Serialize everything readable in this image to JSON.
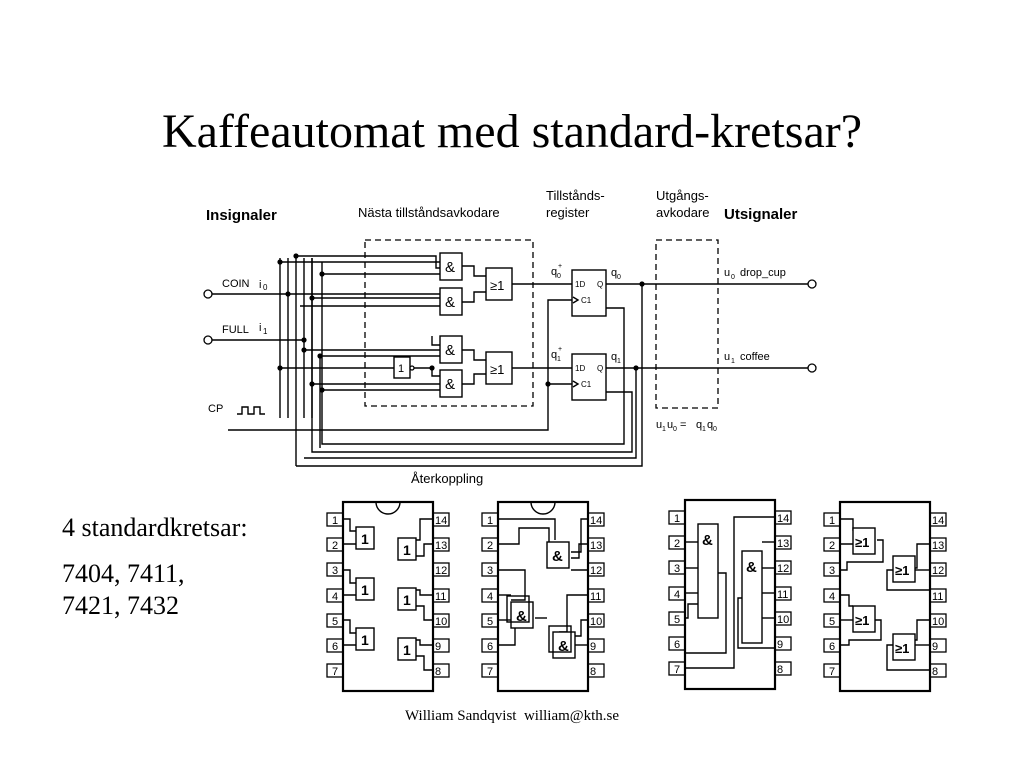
{
  "slide": {
    "title": "Kaffeautomat med standard-kretsar?",
    "footer": "William Sandqvist  william@kth.se"
  },
  "diagram": {
    "headings": {
      "inputs": "Insignaler",
      "next_state_decoder": "Nästa tillståndsavkodare",
      "state_register_line1": "Tillstånds-",
      "state_register_line2": "register",
      "output_decoder_line1": "Utgångs-",
      "output_decoder_line2": "avkodare",
      "outputs": "Utsignaler",
      "feedback": "Återkoppling"
    },
    "inputs": {
      "coin_name": "COIN",
      "coin_symbol": "i",
      "coin_index": "0",
      "full_name": "FULL",
      "full_symbol": "i",
      "full_index": "1",
      "clock": "CP"
    },
    "gates": {
      "and_symbol": "&",
      "or_symbol": "≥1",
      "not_symbol": "1"
    },
    "flipflops": {
      "d_label": "1D",
      "q_label": "Q",
      "clock_label": "C1",
      "next_state_symbol": "q",
      "next_state_0_sub": "0",
      "next_state_1_sub": "1",
      "next_state_sup": "+",
      "state_symbol": "q",
      "state_0_sub": "0",
      "state_1_sub": "1"
    },
    "outputs": {
      "symbol": "u",
      "u0_sub": "0",
      "u0_name": "drop_cup",
      "u1_sub": "1",
      "u1_name": "coffee",
      "equation": {
        "lhs_1": "u",
        "lhs_1_sub": "1",
        "lhs_2": "u",
        "lhs_2_sub": "0",
        "eq": " = ",
        "rhs_1": "q",
        "rhs_1_sub": "1",
        "rhs_2": "q",
        "rhs_2_sub": "0"
      }
    }
  },
  "text_block": {
    "heading": "4 standardkretsar:",
    "parts_line1": "7404, 7411,",
    "parts_line2": "7421, 7432"
  },
  "chips": {
    "left_pins": [
      "1",
      "2",
      "3",
      "4",
      "5",
      "6",
      "7"
    ],
    "right_pins": [
      "14",
      "13",
      "12",
      "11",
      "10",
      "9",
      "8"
    ],
    "not_symbol": "1",
    "and_symbol": "&",
    "or_symbol": "≥1"
  }
}
